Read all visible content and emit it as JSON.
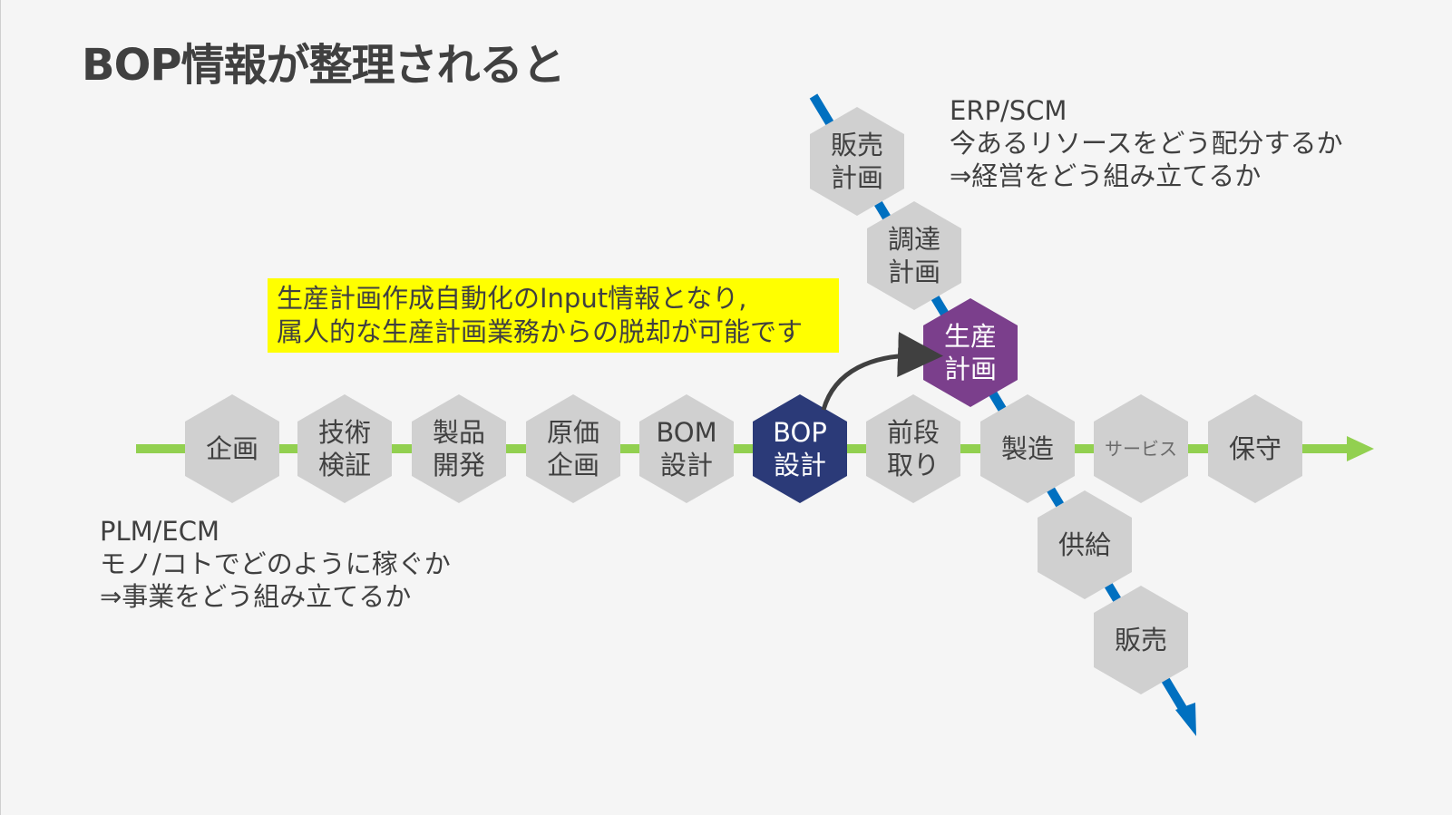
{
  "title": "BOP情報が整理されると",
  "callout": {
    "line1": "生産計画作成自動化のInput情報となり,",
    "line2": "属人的な生産計画業務からの脱却が可能です"
  },
  "erp_note": {
    "line1": "ERP/SCM",
    "line2": "今あるリソースをどう配分するか",
    "line3": "⇒経営をどう組み立てるか"
  },
  "plm_note": {
    "line1": "PLM/ECM",
    "line2": "モノ/コトでどのように稼ぐか",
    "line3": "⇒事業をどう組み立てるか"
  },
  "colors": {
    "green_line": "#92d050",
    "blue_line": "#0070c0",
    "hex_gray": "#d0d0d0",
    "hex_text": "#404040",
    "bop_navy": "#2b3a78",
    "plan_purple": "#7b3f8c",
    "callout_yellow": "#ffff00"
  },
  "process_steps": [
    {
      "id": "kikaku",
      "lines": [
        "企画"
      ]
    },
    {
      "id": "gijutsu-kensho",
      "lines": [
        "技術",
        "検証"
      ]
    },
    {
      "id": "seihin-kaihatsu",
      "lines": [
        "製品",
        "開発"
      ]
    },
    {
      "id": "genka-kikaku",
      "lines": [
        "原価",
        "企画"
      ]
    },
    {
      "id": "bom-sekkei",
      "lines": [
        "BOM",
        "設計"
      ]
    },
    {
      "id": "bop-sekkei",
      "lines": [
        "BOP",
        "設計"
      ],
      "highlight": "navy"
    },
    {
      "id": "dandori",
      "lines": [
        "前段",
        "取り"
      ]
    },
    {
      "id": "seizo",
      "lines": [
        "製造"
      ]
    },
    {
      "id": "service",
      "lines": [
        "サービス"
      ],
      "small": true
    },
    {
      "id": "hoshu",
      "lines": [
        "保守"
      ]
    }
  ],
  "supply_chain_steps": [
    {
      "id": "hanbai-keikaku",
      "lines": [
        "販売",
        "計画"
      ]
    },
    {
      "id": "chotatsu-keikaku",
      "lines": [
        "調達",
        "計画"
      ]
    },
    {
      "id": "seisan-keikaku",
      "lines": [
        "生産",
        "計画"
      ],
      "highlight": "purple"
    },
    {
      "id": "kyokyu",
      "lines": [
        "供給"
      ]
    },
    {
      "id": "hanbai",
      "lines": [
        "販売"
      ]
    }
  ]
}
